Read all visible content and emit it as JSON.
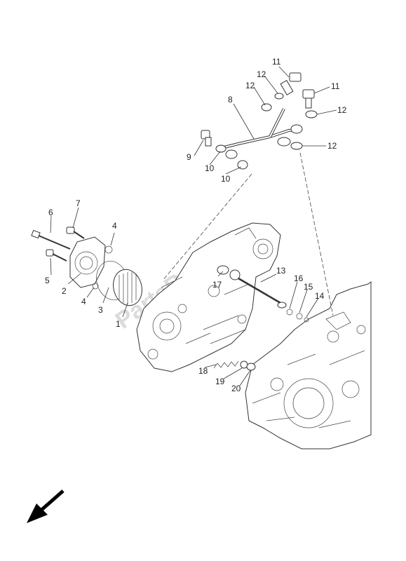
{
  "watermark": "PartsRepublik",
  "labels": {
    "l1": "1",
    "l2": "2",
    "l3": "3",
    "l4a": "4",
    "l4b": "4",
    "l5": "5",
    "l6": "6",
    "l7": "7",
    "l8": "8",
    "l9": "9",
    "l10a": "10",
    "l10b": "10",
    "l11a": "11",
    "l11b": "11",
    "l12a": "12",
    "l12b": "12",
    "l12c": "12",
    "l12d": "12",
    "l13": "13",
    "l14": "14",
    "l15": "15",
    "l16": "16",
    "l17": "17",
    "l18": "18",
    "l19": "19",
    "l20": "20"
  },
  "direction_arrow": "front-direction-arrow"
}
